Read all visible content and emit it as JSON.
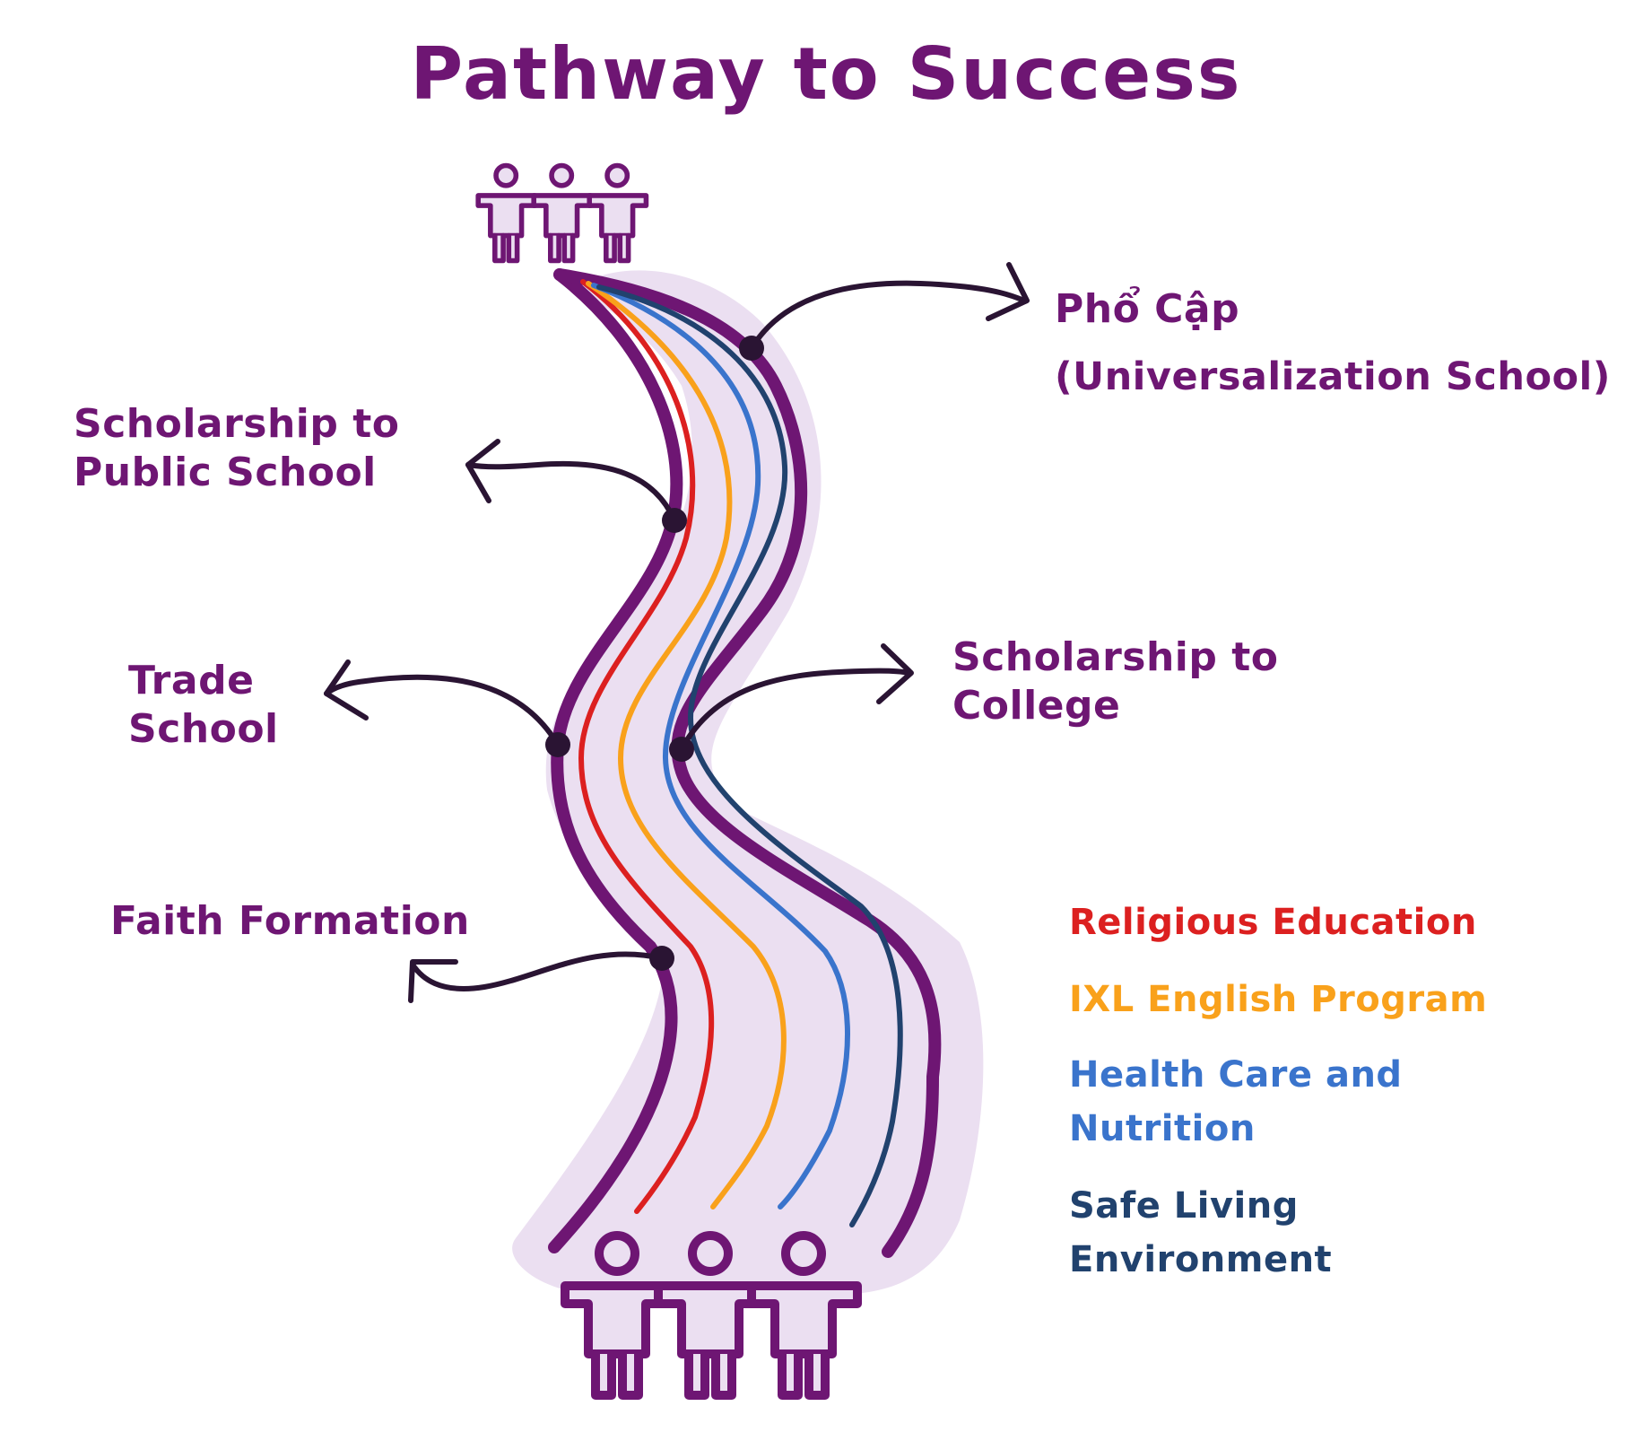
{
  "title": "Pathway to Success",
  "branches": {
    "pho_cap_line1": "Phổ Cập",
    "pho_cap_line2": "(Universalization School)",
    "public_school_line1": "Scholarship to",
    "public_school_line2": "Public School",
    "trade_line1": "Trade",
    "trade_line2": "School",
    "college_line1": "Scholarship to",
    "college_line2": "College",
    "faith": "Faith Formation"
  },
  "legend": {
    "religious": "Religious Education",
    "english": "IXL English Program",
    "health_line1": "Health Care and",
    "health_line2": "Nutrition",
    "safe_line1": "Safe Living",
    "safe_line2": "Environment"
  },
  "colors": {
    "purple": "#6e1673",
    "red": "#dc2020",
    "orange": "#f9a11b",
    "blue": "#3a74cc",
    "navy": "#21426e",
    "dot": "#2a1433",
    "shadow": "#ebdff1"
  }
}
